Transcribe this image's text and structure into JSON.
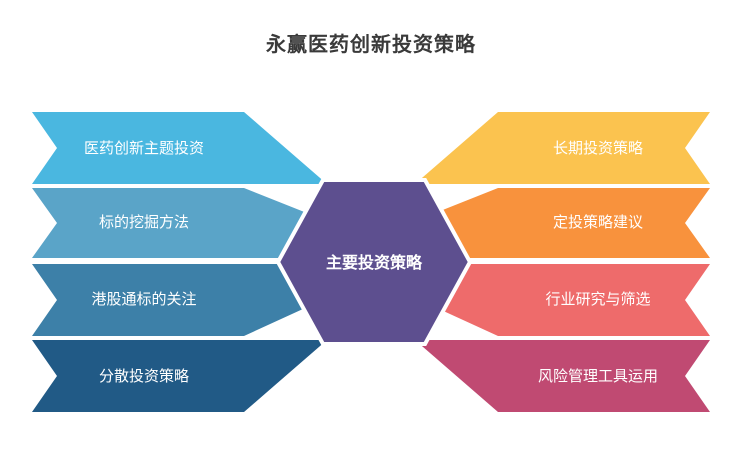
{
  "title": "永赢医药创新投资策略",
  "center": {
    "label": "主要投资策略",
    "color": "#5d4f8f"
  },
  "left_items": [
    {
      "label": "医药创新主题投资",
      "color": "#4ab7e0"
    },
    {
      "label": "标的挖掘方法",
      "color": "#5aa4c8"
    },
    {
      "label": "港股通标的关注",
      "color": "#3d80a8"
    },
    {
      "label": "分散投资策略",
      "color": "#215a86"
    }
  ],
  "right_items": [
    {
      "label": "长期投资策略",
      "color": "#fbc34f"
    },
    {
      "label": "定投策略建议",
      "color": "#f8923d"
    },
    {
      "label": "行业研究与筛选",
      "color": "#ee6b6b"
    },
    {
      "label": "风险管理工具运用",
      "color": "#c04a72"
    }
  ]
}
